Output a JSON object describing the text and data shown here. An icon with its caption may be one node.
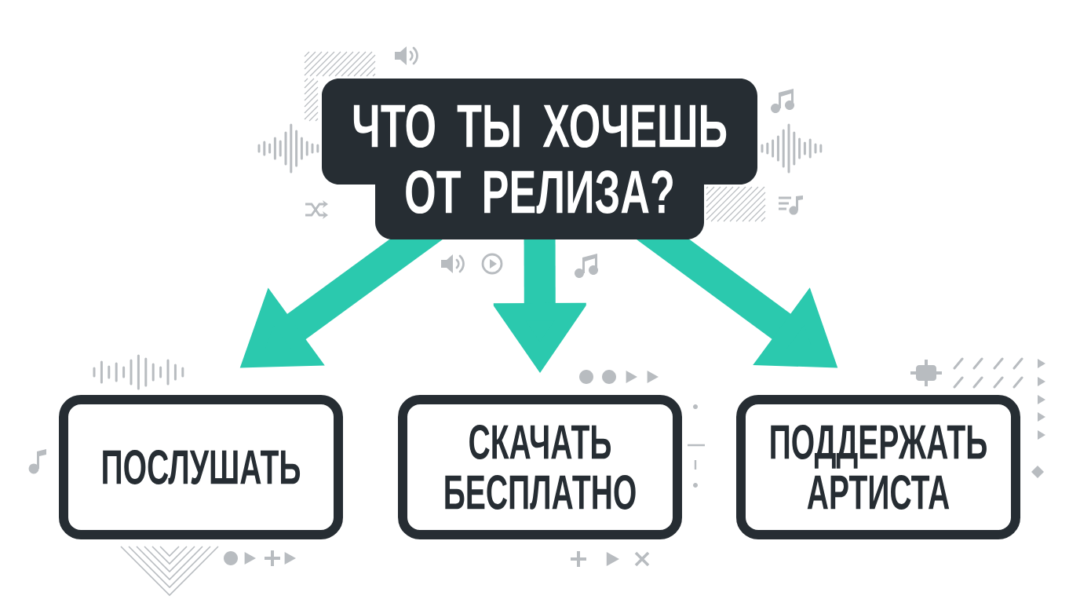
{
  "diagram": {
    "nodes": [
      {
        "text": [
          "ЧТО ТЫ ХОЧЕШЬ ОТ РЕЛИЗА?"
        ]
      },
      {
        "text": [
          "ПОСЛУШАТЬ"
        ]
      },
      {
        "text": [
          "СКАЧАТЬ БЕСПЛАТНО"
        ]
      },
      {
        "text": [
          "ПОДДЕРЖАТЬ АРТИСТА"
        ]
      }
    ],
    "edges": [
      {
        "from": 0,
        "to": 1,
        "arrow": "to"
      },
      {
        "from": 0,
        "to": 2,
        "arrow": "to"
      },
      {
        "from": 0,
        "to": 3,
        "arrow": "to"
      }
    ]
  }
}
